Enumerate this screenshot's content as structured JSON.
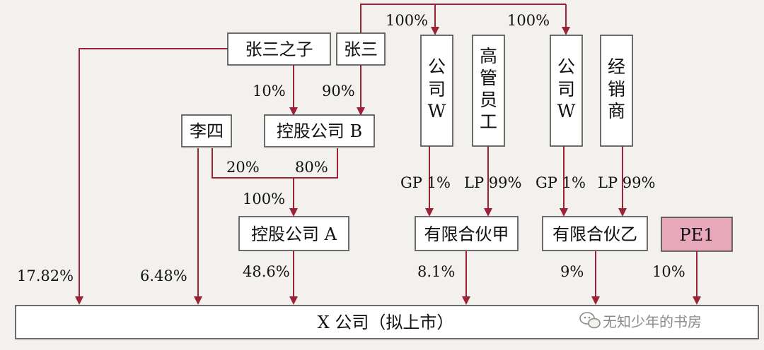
{
  "entities": {
    "son": "张三之子",
    "zhangsan": "张三",
    "lisi": "李四",
    "holding_b": "控股公司 B",
    "holding_a": "控股公司 A",
    "company_w1": [
      "公",
      "司",
      "W"
    ],
    "executives": [
      "高",
      "管",
      "员",
      "工"
    ],
    "company_w2": [
      "公",
      "司",
      "W"
    ],
    "distributors": [
      "经",
      "销",
      "商"
    ],
    "partnership_jia": "有限合伙甲",
    "partnership_yi": "有限合伙乙",
    "pe1": "PE1",
    "company_x": "X 公司（拟上市）"
  },
  "percentages": {
    "zs_to_w1": "100%",
    "zs_to_w2": "100%",
    "son_to_b": "10%",
    "zs_to_b": "90%",
    "lisi_to_a": "20%",
    "b_to_a": "80%",
    "a_combined": "100%",
    "w1_gp": "GP 1%",
    "exec_lp": "LP 99%",
    "w2_gp": "GP 1%",
    "dist_lp": "LP 99%",
    "son_to_x": "17.82%",
    "lisi_to_x": "6.48%",
    "a_to_x": "48.6%",
    "jia_to_x": "8.1%",
    "yi_to_x": "9%",
    "pe1_to_x": "10%"
  },
  "watermark": "无知少年的书房",
  "colors": {
    "arrow": "#9c2236",
    "pe_fill": "#e8a8bc",
    "box_border": "#4a4a4a"
  }
}
